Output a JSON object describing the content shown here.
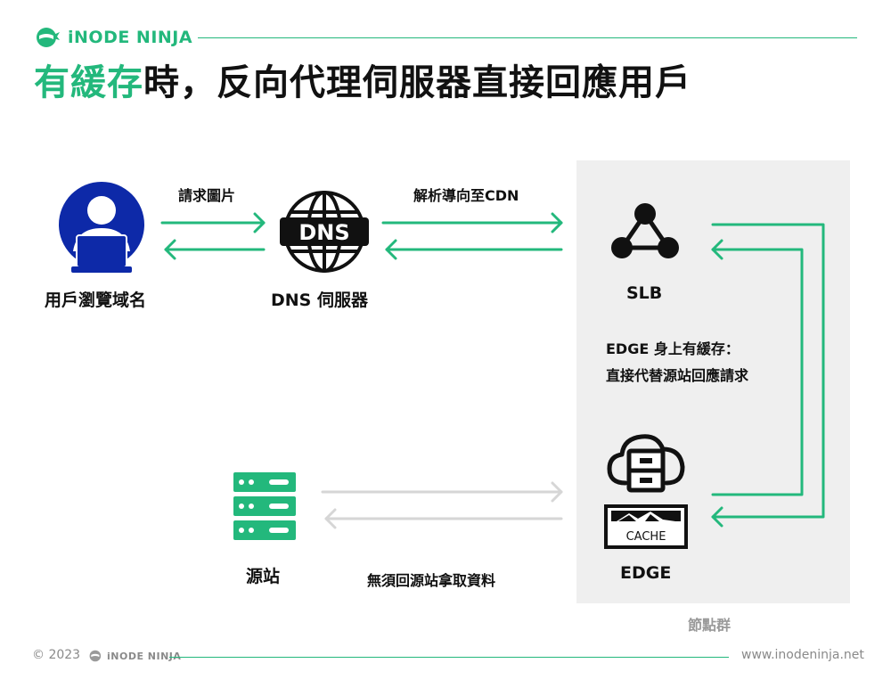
{
  "brand": {
    "name": "iNODE NINJA"
  },
  "title": {
    "highlight": "有緩存",
    "rest": "時，反向代理伺服器直接回應用戶"
  },
  "nodes": {
    "user": "用戶瀏覽域名",
    "dns": "DNS 伺服器",
    "dns_icon_text": "DNS",
    "slb": "SLB",
    "edge": "EDGE",
    "origin": "源站",
    "cache_label": "CACHE",
    "node_group": "節點群"
  },
  "arrows": {
    "request_image": "請求圖片",
    "resolve_cdn": "解析導向至CDN",
    "no_origin": "無須回源站拿取資料"
  },
  "note": {
    "line1": "EDGE 身上有緩存：",
    "line2": "直接代替源站回應請求"
  },
  "footer": {
    "copyright": "© 2023",
    "brand": "iNODE NINJA",
    "url": "www.inodeninja.net"
  },
  "colors": {
    "accent": "#23b87c",
    "dark_blue": "#0d29a8",
    "gray_arrow": "#d6d6d6",
    "panel": "#efefef"
  },
  "icons": [
    "ninja-logo-icon",
    "user-laptop-icon",
    "dns-globe-icon",
    "slb-network-icon",
    "edge-cloud-server-icon",
    "cache-icon",
    "server-rack-icon"
  ]
}
